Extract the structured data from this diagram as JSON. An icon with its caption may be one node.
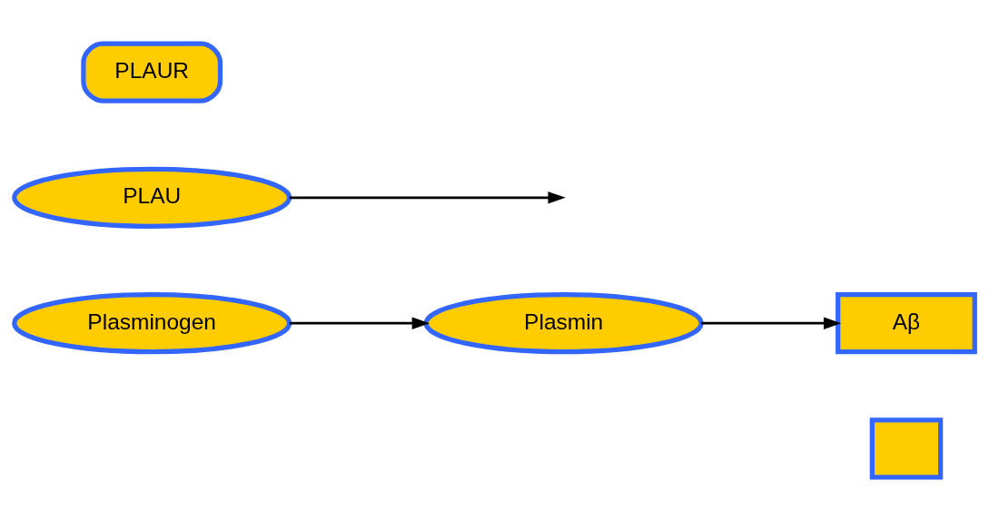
{
  "diagram": {
    "nodes": [
      {
        "text": [
          "Plasminogen"
        ]
      },
      {
        "text": [
          "Plasmin"
        ]
      },
      {
        "text": [
          "PLAU"
        ]
      },
      {
        "text": [
          "PLAUR"
        ]
      },
      {
        "text": [
          "Aβ"
        ]
      },
      {
        "text": [],
        "shape": "box"
      }
    ],
    "edges": [
      {
        "from": 0,
        "to": 1,
        "arrow": "to"
      },
      {
        "from": 2,
        "to": null,
        "arrow": "to"
      },
      {
        "from": 1,
        "to": 4,
        "arrow": "to"
      }
    ]
  }
}
